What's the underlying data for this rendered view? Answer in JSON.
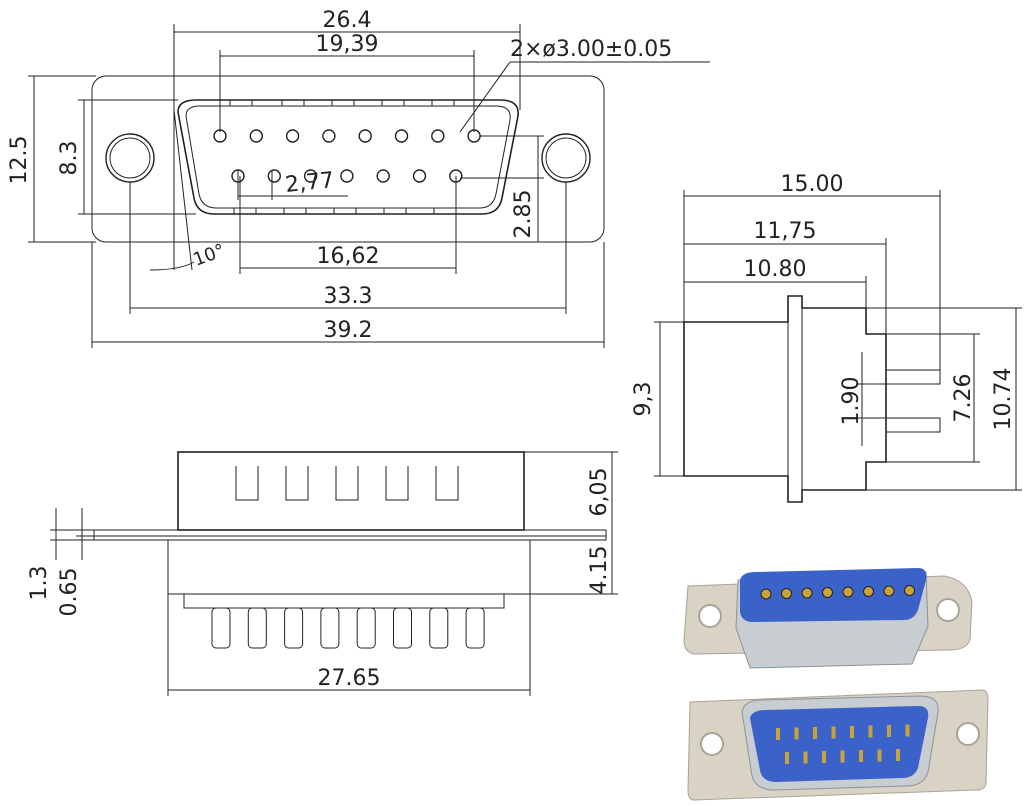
{
  "front_view": {
    "dims": {
      "overall_shell_width": "26.4",
      "pin_row_span_top": "19,39",
      "mount_hole_spec": "2×ø3.00±0.05",
      "flange_height": "12.5",
      "shell_height": "8.3",
      "pin_pitch": "2,77",
      "row_spacing": "2.85",
      "pin_row_span_bottom": "16,62",
      "draft_angle": "10°",
      "hole_spacing": "33.3",
      "flange_width": "39.2"
    },
    "pins_top_row": 8,
    "pins_bottom_row": 7
  },
  "side_view": {
    "dims": {
      "depth_overall": "15.00",
      "depth_pins": "11,75",
      "depth_body": "10.80",
      "shell_height": "9,3",
      "pin_gap": "1.90",
      "pin_span": "7.26",
      "body_height": "10.74"
    }
  },
  "bottom_view": {
    "dims": {
      "flange_thickness": "1.3",
      "plate_thickness": "0.65",
      "shell_depth": "6,05",
      "body_depth": "4.15",
      "body_width": "27.65"
    },
    "slots": 5,
    "pins": 8
  },
  "photos": {
    "colors": {
      "insulator": "#3a62c9",
      "shell": "#c8cdd2",
      "flange": "#d9d3c6",
      "pin": "#c9a23a"
    }
  }
}
